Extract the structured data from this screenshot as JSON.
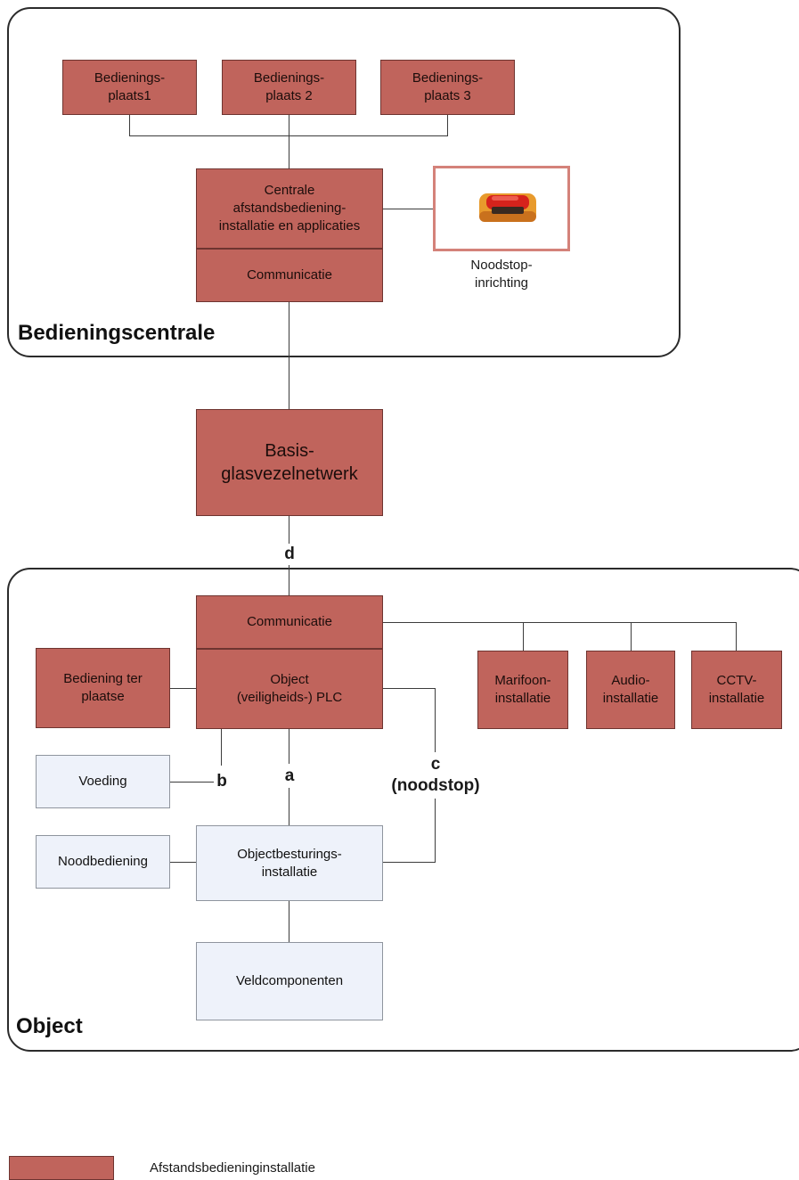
{
  "groups": {
    "bedieningscentrale": "Bedieningscentrale",
    "object": "Object"
  },
  "boxes": {
    "bedieningsplaats1": "Bedienings-\nplaats1",
    "bedieningsplaats2": "Bedienings-\nplaats 2",
    "bedieningsplaats3": "Bedienings-\nplaats 3",
    "centrale": "Centrale\nafstandsbediening-\ninstallatie en applicaties",
    "communicatie_top": "Communicatie",
    "noodstop_label": "Noodstop-\ninrichting",
    "basis": "Basis-\nglasvezelnetwerk",
    "communicatie_obj": "Communicatie",
    "object_plc": "Object\n(veiligheids-) PLC",
    "bediening_ter_plaatse": "Bediening ter\nplaatse",
    "marifoon": "Marifoon-\ninstallatie",
    "audio": "Audio-\ninstallatie",
    "cctv": "CCTV-\ninstallatie",
    "voeding": "Voeding",
    "noodbediening": "Noodbediening",
    "objectbesturing": "Objectbesturings-\ninstallatie",
    "veldcomponenten": "Veldcomponenten"
  },
  "connectors": {
    "a": "a",
    "b": "b",
    "c": "c\n(noodstop)",
    "d": "d"
  },
  "legend": {
    "label": "Afstandsbedieninginstallatie",
    "color": "#c0645c"
  },
  "icons": {
    "noodstop": "emergency-stop-button-icon"
  }
}
